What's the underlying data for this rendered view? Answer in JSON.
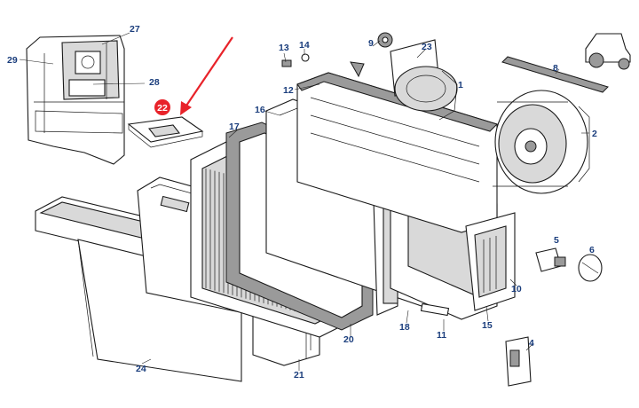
{
  "diagram": {
    "labels": {
      "p1": "1",
      "p2": "2",
      "p4": "4",
      "p5": "5",
      "p6": "6",
      "p8": "8",
      "p9": "9",
      "p10": "10",
      "p11": "11",
      "p12": "12",
      "p13": "13",
      "p14": "14",
      "p15": "15",
      "p16": "16",
      "p17": "17",
      "p18": "18",
      "p20": "20",
      "p21": "21",
      "p22": "22",
      "p23": "23",
      "p24": "24",
      "p27": "27",
      "p28": "28",
      "p29": "29"
    },
    "colors": {
      "highlight": "#e8232a",
      "label": "#1a3d7c",
      "arrow": "#e8232a",
      "line": "#1a1a1a"
    }
  }
}
